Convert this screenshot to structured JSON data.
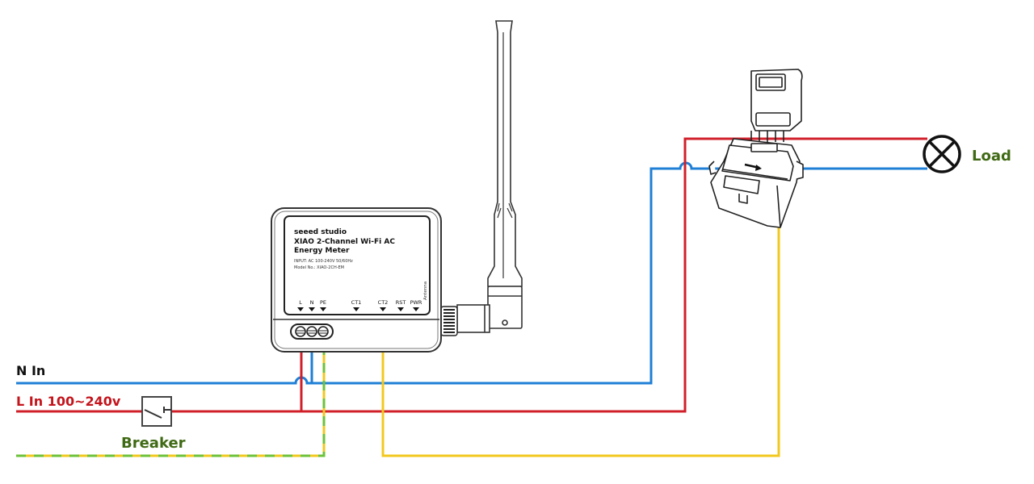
{
  "colors": {
    "neutral": "#1f7fd6",
    "live": "#d11f2a",
    "earth_green": "#6cc23a",
    "earth_yellow": "#f2c81d",
    "ct_signal": "#f2c81d",
    "outline": "#222222",
    "label_black": "#111111",
    "label_red": "#c4141c",
    "label_green": "#3f6a14"
  },
  "labels": {
    "n_in": "N In",
    "l_in": "L In 100~240v",
    "breaker": "Breaker",
    "load": "Load"
  },
  "device": {
    "brand": "seeed studio",
    "title_line1": "XIAO 2-Channel Wi-Fi AC",
    "title_line2": "Energy Meter",
    "input_spec": "INPUT: AC 100-240V 50/60Hz",
    "model": "Model No.: XIAO-2CH-EM",
    "antenna_label": "Antenna",
    "terminals": [
      "L",
      "N",
      "PE",
      "CT1",
      "CT2",
      "RST",
      "PWR"
    ]
  },
  "wires": [
    {
      "name": "neutral",
      "from": "N In",
      "to": "Meter N, CT clamp, Load"
    },
    {
      "name": "live",
      "from": "L In via Breaker",
      "to": "Meter L, Load"
    },
    {
      "name": "earth",
      "from": "PE ground",
      "to": "Meter PE"
    },
    {
      "name": "ct-signal",
      "from": "Meter CT2",
      "to": "CT clamp"
    }
  ]
}
